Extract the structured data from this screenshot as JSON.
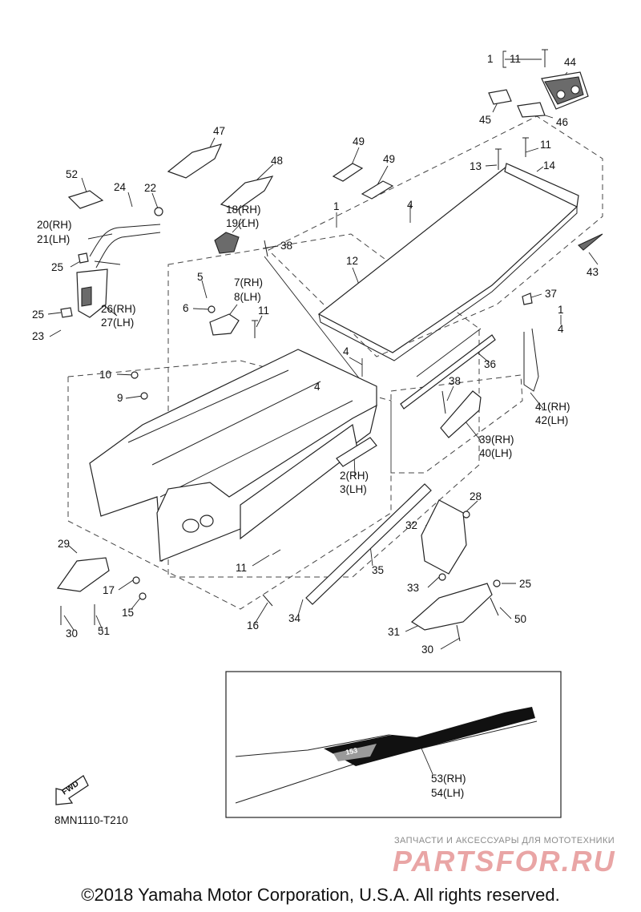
{
  "diagram_code": "8MN1110-T210",
  "fwd_badge": "FWD",
  "decal_number": "153",
  "watermark": {
    "tagline": "ЗАПЧАСТИ И АКСЕССУАРЫ ДЛЯ МОТОТЕХНИКИ",
    "brand": "PARTSFOR.RU"
  },
  "copyright": "©2018 Yamaha Motor Corporation, U.S.A. All rights reserved.",
  "callouts": [
    {
      "id": "c1",
      "text": "1"
    },
    {
      "id": "c11a",
      "text": "11"
    },
    {
      "id": "c44",
      "text": "44"
    },
    {
      "id": "c45",
      "text": "45"
    },
    {
      "id": "c46",
      "text": "46"
    },
    {
      "id": "c47",
      "text": "47"
    },
    {
      "id": "c49a",
      "text": "49"
    },
    {
      "id": "c49b",
      "text": "49"
    },
    {
      "id": "c48",
      "text": "48"
    },
    {
      "id": "c11b",
      "text": "11"
    },
    {
      "id": "c13",
      "text": "13"
    },
    {
      "id": "c14",
      "text": "14"
    },
    {
      "id": "c52",
      "text": "52"
    },
    {
      "id": "c24",
      "text": "24"
    },
    {
      "id": "c22",
      "text": "22"
    },
    {
      "id": "c18",
      "text": "18(RH)"
    },
    {
      "id": "c19",
      "text": "19(LH)"
    },
    {
      "id": "c1b",
      "text": "1"
    },
    {
      "id": "c4a",
      "text": "4"
    },
    {
      "id": "c20",
      "text": "20(RH)"
    },
    {
      "id": "c21",
      "text": "21(LH)"
    },
    {
      "id": "c38a",
      "text": "38"
    },
    {
      "id": "c43",
      "text": "43"
    },
    {
      "id": "c25a",
      "text": "25"
    },
    {
      "id": "c12",
      "text": "12"
    },
    {
      "id": "c5",
      "text": "5"
    },
    {
      "id": "c7",
      "text": "7(RH)"
    },
    {
      "id": "c8",
      "text": "8(LH)"
    },
    {
      "id": "c37",
      "text": "37"
    },
    {
      "id": "c26",
      "text": "26(RH)"
    },
    {
      "id": "c27",
      "text": "27(LH)"
    },
    {
      "id": "c6",
      "text": "6"
    },
    {
      "id": "c11c",
      "text": "11"
    },
    {
      "id": "c1c",
      "text": "1"
    },
    {
      "id": "c25b",
      "text": "25"
    },
    {
      "id": "c4b",
      "text": "4"
    },
    {
      "id": "c23",
      "text": "23"
    },
    {
      "id": "c4c",
      "text": "4"
    },
    {
      "id": "c36",
      "text": "36"
    },
    {
      "id": "c10",
      "text": "10"
    },
    {
      "id": "c4d",
      "text": "4"
    },
    {
      "id": "c38b",
      "text": "38"
    },
    {
      "id": "c9",
      "text": "9"
    },
    {
      "id": "c41",
      "text": "41(RH)"
    },
    {
      "id": "c42",
      "text": "42(LH)"
    },
    {
      "id": "c39",
      "text": "39(RH)"
    },
    {
      "id": "c40",
      "text": "40(LH)"
    },
    {
      "id": "c2",
      "text": "2(RH)"
    },
    {
      "id": "c3",
      "text": "3(LH)"
    },
    {
      "id": "c28",
      "text": "28"
    },
    {
      "id": "c32",
      "text": "32"
    },
    {
      "id": "c29",
      "text": "29"
    },
    {
      "id": "c11d",
      "text": "11"
    },
    {
      "id": "c35",
      "text": "35"
    },
    {
      "id": "c17",
      "text": "17"
    },
    {
      "id": "c33",
      "text": "33"
    },
    {
      "id": "c25c",
      "text": "25"
    },
    {
      "id": "c15",
      "text": "15"
    },
    {
      "id": "c50",
      "text": "50"
    },
    {
      "id": "c34",
      "text": "34"
    },
    {
      "id": "c16",
      "text": "16"
    },
    {
      "id": "c30a",
      "text": "30"
    },
    {
      "id": "c51",
      "text": "51"
    },
    {
      "id": "c31",
      "text": "31"
    },
    {
      "id": "c30b",
      "text": "30"
    },
    {
      "id": "c53",
      "text": "53(RH)"
    },
    {
      "id": "c54",
      "text": "54(LH)"
    }
  ]
}
